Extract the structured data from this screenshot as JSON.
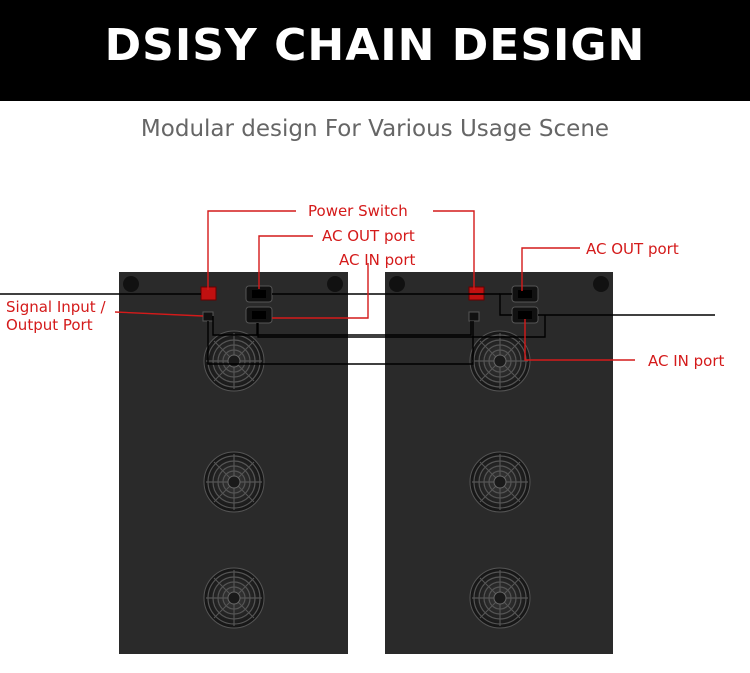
{
  "header": {
    "title": "DSISY CHAIN DESIGN"
  },
  "subtitle": "Modular design For Various Usage Scene",
  "labels": {
    "power_switch": "Power Switch",
    "ac_out_left": "AC OUT port",
    "ac_in_left": "AC IN port",
    "signal_line1": "Signal Input /",
    "signal_line2": "Output Port",
    "ac_out_right": "AC OUT port",
    "ac_in_right": "AC IN port"
  },
  "colors": {
    "header_bg": "#000000",
    "callout_red": "#d41a1a",
    "panel": "#2a2a2a"
  }
}
